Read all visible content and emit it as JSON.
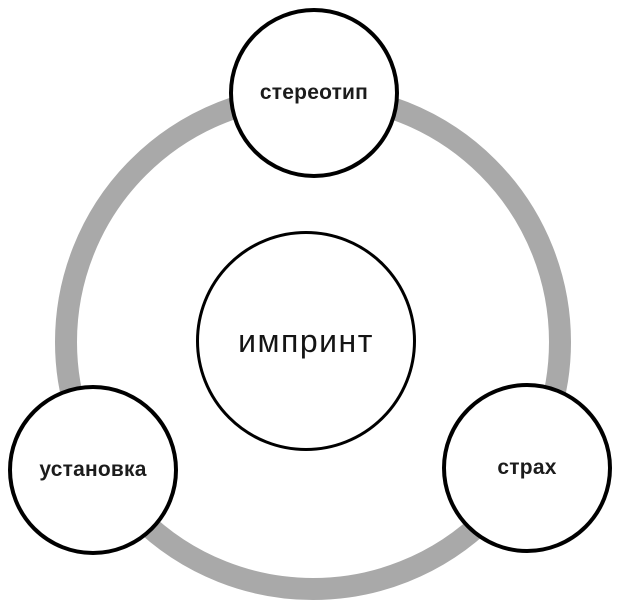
{
  "diagram": {
    "type": "hub-and-spoke-circles",
    "center": {
      "label": "импринт"
    },
    "satellites": [
      {
        "id": "stereotype",
        "label": "стереотип",
        "position": "top"
      },
      {
        "id": "attitude",
        "label": "установка",
        "position": "bottom-left"
      },
      {
        "id": "fear",
        "label": "страх",
        "position": "bottom-right"
      }
    ],
    "colors": {
      "ring": "#a9a9a9",
      "circle_border": "#000000",
      "circle_fill": "#ffffff",
      "label_text": "#1c1c1c",
      "background": "#ffffff"
    }
  }
}
